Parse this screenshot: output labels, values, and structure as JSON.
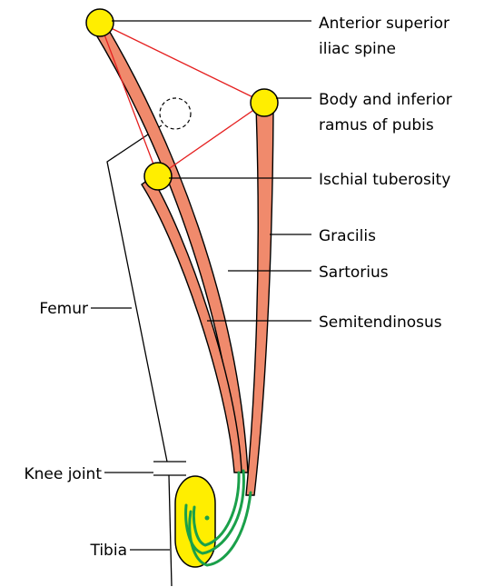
{
  "labels": {
    "asis_line1": "Anterior superior",
    "asis_line2": "iliac spine",
    "pubis_line1": "Body and inferior",
    "pubis_line2": "ramus of pubis",
    "ischial": "Ischial tuberosity",
    "gracilis": "Gracilis",
    "sartorius": "Sartorius",
    "semitendinosus": "Semitendinosus",
    "femur": "Femur",
    "knee_joint": "Knee joint",
    "tibia": "Tibia"
  },
  "colors": {
    "muscle": "#f08a6c",
    "origin_point": "#ffee00",
    "tendon": "#1aa04a",
    "triangle": "#e52020",
    "tibia_condyle": "#ffee00"
  }
}
